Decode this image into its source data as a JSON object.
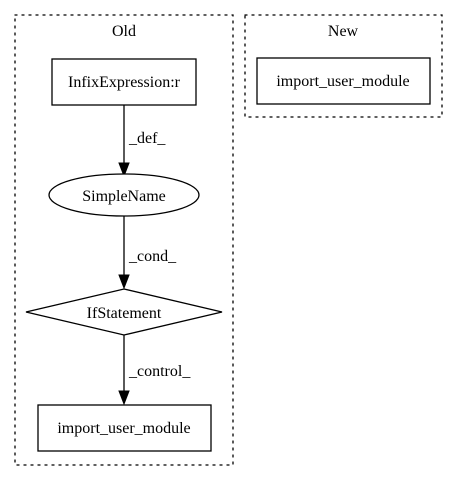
{
  "clusters": {
    "old": {
      "label": "Old"
    },
    "new": {
      "label": "New"
    }
  },
  "nodes": {
    "infix_expression": {
      "label": "InfixExpression:r",
      "shape": "box"
    },
    "simple_name": {
      "label": "SimpleName",
      "shape": "ellipse"
    },
    "if_statement": {
      "label": "IfStatement",
      "shape": "diamond"
    },
    "import_old": {
      "label": "import_user_module",
      "shape": "box"
    },
    "import_new": {
      "label": "import_user_module",
      "shape": "box"
    }
  },
  "edges": {
    "def": {
      "label": "_def_",
      "from": "InfixExpression:r",
      "to": "SimpleName"
    },
    "cond": {
      "label": "_cond_",
      "from": "SimpleName",
      "to": "IfStatement"
    },
    "control": {
      "label": "_control_",
      "from": "IfStatement",
      "to": "import_user_module"
    }
  },
  "colors": {
    "stroke": "#000000",
    "background": "#ffffff"
  }
}
